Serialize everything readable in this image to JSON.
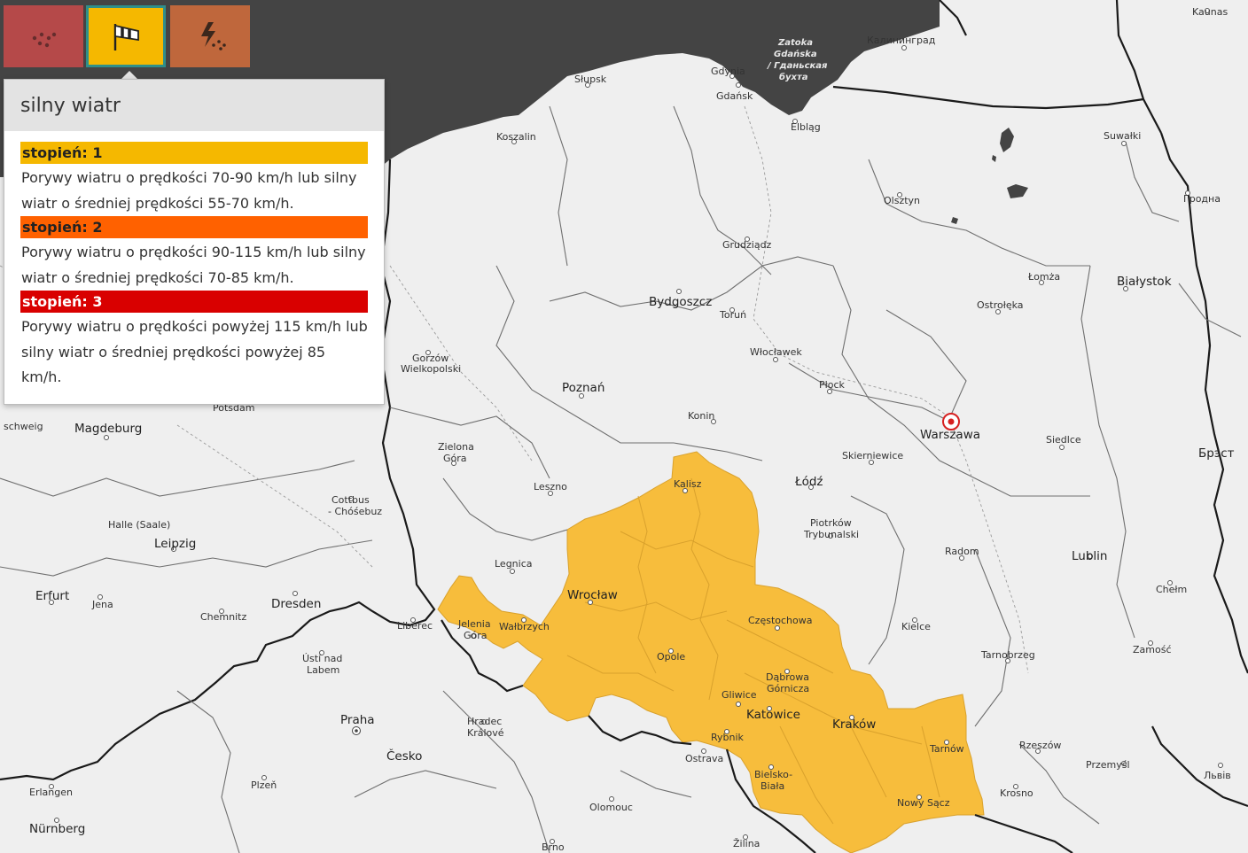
{
  "hazards": [
    {
      "id": "rain",
      "icon": "heavy-rain-icon"
    },
    {
      "id": "wind",
      "icon": "windsock-icon",
      "active": true
    },
    {
      "id": "storm",
      "icon": "thunderstorm-icon"
    }
  ],
  "legend": {
    "title": "silny wiatr",
    "levels": [
      {
        "label": "stopień: 1",
        "color": "#f5b800",
        "description": "Porywy wiatru o prędkości 70-90 km/h lub silny wiatr o średniej prędkości 55-70 km/h."
      },
      {
        "label": "stopień: 2",
        "color": "#ff6100",
        "description": "Porywy wiatru o prędkości 90-115 km/h lub silny wiatr o średniej prędkości 70-85 km/h."
      },
      {
        "label": "stopień: 3",
        "color": "#d90000",
        "description": "Porywy wiatru o prędkości powyżej 115 km/h lub silny wiatr o średniej prędkości powyżej 85 km/h."
      }
    ]
  },
  "map": {
    "colors": {
      "sea": "#444444",
      "land": "#efefef",
      "warning": "#f7bd3c",
      "border": "#1a1a1a"
    },
    "cities": {
      "kaliningrad": "Калининград",
      "kaunas": "Kaunas",
      "gdansk": "Gdańsk",
      "gdynia": "Gdynia",
      "slupsk": "Słupsk",
      "koszalin": "Koszalin",
      "elblag": "Elbląg",
      "olsztyn": "Olsztyn",
      "suwalki": "Suwałki",
      "grodno": "Гродна",
      "grudziadz": "Grudziądz",
      "bydgoszcz": "Bydgoszcz",
      "torun": "Toruń",
      "lomza": "Łomża",
      "bialystok": "Białystok",
      "ostroleka": "Ostrołęka",
      "wloclawek": "Włocławek",
      "plock": "Płock",
      "gorzow_1": "Gorzów",
      "gorzow_2": "Wielkopolski",
      "poznan": "Poznań",
      "konin": "Konin",
      "warszawa": "Warszawa",
      "siedlce": "Siedlce",
      "brest": "Брэст",
      "zielona_1": "Zielona",
      "zielona_2": "Góra",
      "leszno": "Leszno",
      "kalisz": "Kalisz",
      "lodz": "Łódź",
      "skierniewice": "Skierniewice",
      "magdeburg": "Magdeburg",
      "schweig": "schweig",
      "potsdam": "Potsdam",
      "cottbus_1": "Cottbus",
      "cottbus_2": "- Chóśebuz",
      "halle": "Halle (Saale)",
      "leipzig": "Leipzig",
      "piotrkow_1": "Piotrków",
      "piotrkow_2": "Trybunalski",
      "radom": "Radom",
      "lublin": "Lublin",
      "chelm": "Chełm",
      "legnica": "Legnica",
      "wroclaw": "Wrocław",
      "erfurt": "Erfurt",
      "jena": "Jena",
      "chemnitz": "Chemnitz",
      "dresden": "Dresden",
      "liberec": "Liberec",
      "jelenia_1": "Jelenia",
      "jelenia_2": "Góra",
      "walbrzych": "Wałbrzych",
      "czestochowa": "Częstochowa",
      "kielce": "Kielce",
      "opole": "Opole",
      "usti_1": "Ústí nad",
      "usti_2": "Labem",
      "dabrowa_1": "Dąbrowa",
      "dabrowa_2": "Górnicza",
      "gliwice": "Gliwice",
      "katowice": "Katowice",
      "tarnobrzeg": "Tarnobrzeg",
      "zamosc": "Zamość",
      "praha": "Praha",
      "hradec_1": "Hradec",
      "hradec_2": "Králové",
      "rybnik": "Rybnik",
      "krakow": "Kraków",
      "tarnow": "Tarnów",
      "rzeszow": "Rzeszów",
      "przemysl": "Przemyśl",
      "cesko": "Česko",
      "ostrava": "Ostrava",
      "bielsko_1": "Bielsko-",
      "bielsko_2": "Biała",
      "lviv": "Львів",
      "plzen": "Plzeň",
      "erlangen": "Erlangen",
      "olomouc": "Olomouc",
      "nowy_sacz": "Nowy Sącz",
      "krosno": "Krosno",
      "nurnberg": "Nürnberg",
      "brno": "Brno",
      "zilina": "Žilina",
      "zatoka_1": "Zatoka",
      "zatoka_2": "Gdańska",
      "zatoka_3": "/ Гданьская",
      "zatoka_4": "бухта"
    }
  }
}
